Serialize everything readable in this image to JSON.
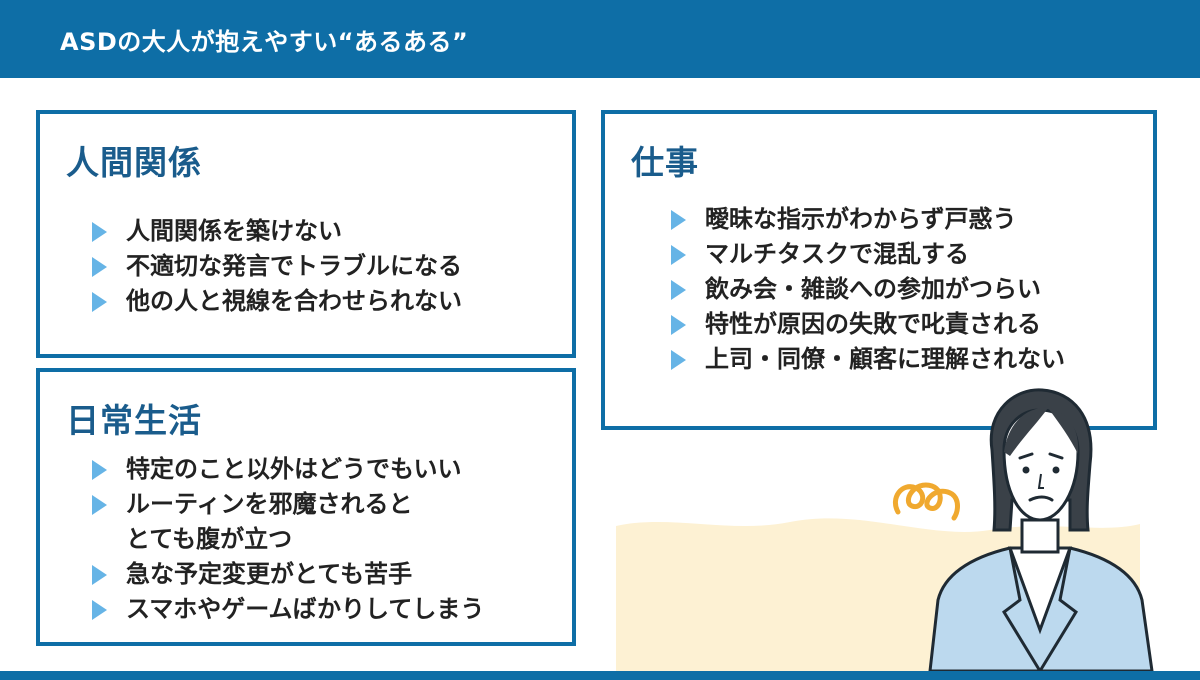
{
  "header": {
    "title": "ASDの大人が抱えやすい“あるある”"
  },
  "cards": {
    "relations": {
      "title": "人間関係",
      "items": [
        "人間関係を築けない",
        "不適切な発言でトラブルになる",
        "他の人と視線を合わせられない"
      ]
    },
    "daily": {
      "title": "日常生活",
      "items": [
        "特定のこと以外はどうでもいい",
        "ルーティンを邪魔されると",
        "とても腹が立つ",
        "急な予定変更がとても苦手",
        "スマホやゲームばかりしてしまう"
      ]
    },
    "work": {
      "title": "仕事",
      "items": [
        "曖昧な指示がわからず戸惑う",
        "マルチタスクで混乱する",
        "飲み会・雑談への参加がつらい",
        "特性が原因の失敗で叱責される",
        "上司・同僚・顧客に理解されない"
      ]
    }
  },
  "colors": {
    "primary": "#0e6ea6",
    "title_text": "#1a5c8c",
    "bullet": "#66b4e6",
    "background_blob": "#fdf1d3",
    "swirl": "#f0a92f",
    "jacket": "#bcd9ee"
  },
  "icons": {
    "bullet": "triangle-right-icon",
    "swirl": "confusion-swirl-icon",
    "character": "worried-woman-illustration"
  }
}
